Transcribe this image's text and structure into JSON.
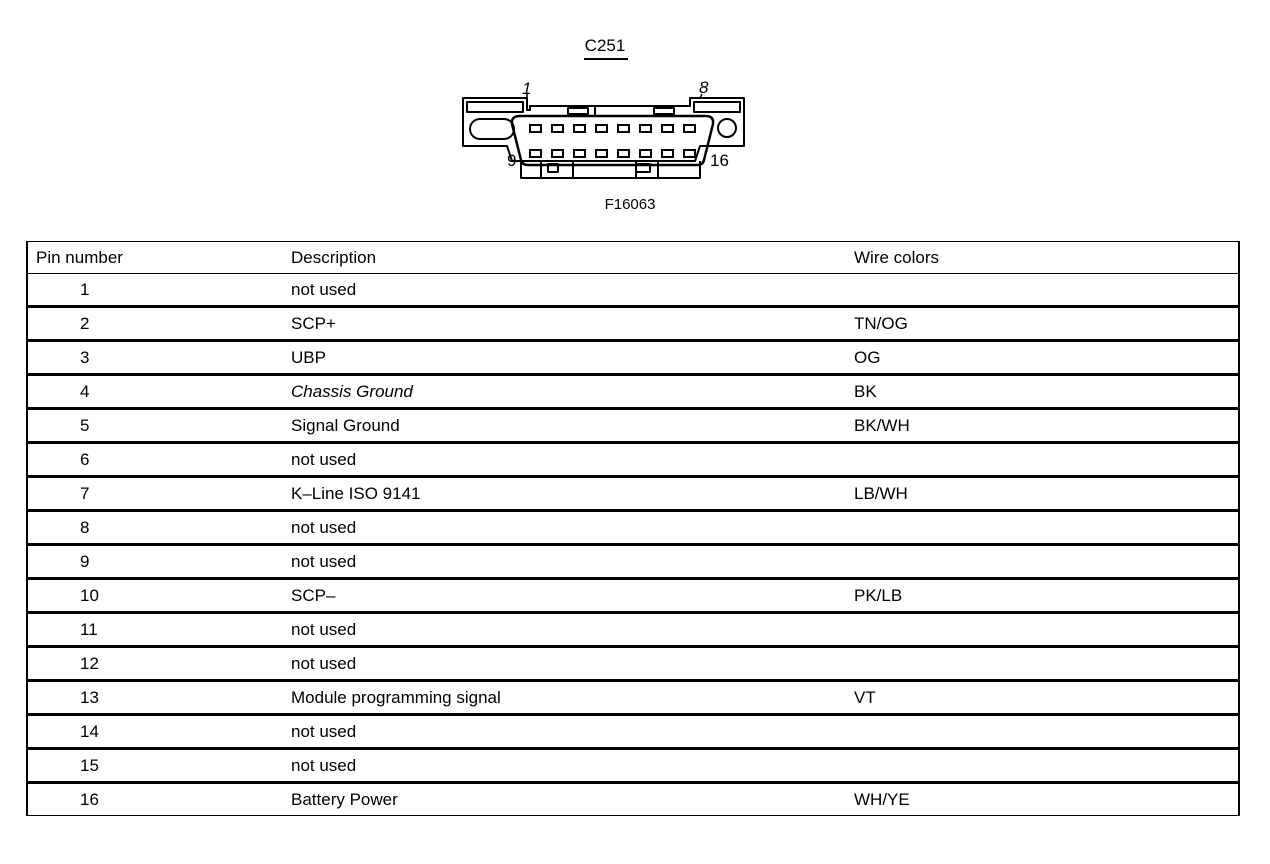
{
  "connector": {
    "title": "C251",
    "pin_label_first": "1",
    "pin_label_eighth": "8",
    "pin_label_ninth": "9",
    "pin_label_last": "16",
    "figure_id": "F16063"
  },
  "table": {
    "headers": {
      "pin": "Pin number",
      "description": "Description",
      "wire": "Wire colors"
    },
    "rows": [
      {
        "pin": "1",
        "description": "not used",
        "wire": ""
      },
      {
        "pin": "2",
        "description": "SCP+",
        "wire": "TN/OG"
      },
      {
        "pin": "3",
        "description": "UBP",
        "wire": "OG"
      },
      {
        "pin": "4",
        "description": "Chassis Ground",
        "wire": "BK"
      },
      {
        "pin": "5",
        "description": "Signal Ground",
        "wire": "BK/WH"
      },
      {
        "pin": "6",
        "description": "not used",
        "wire": ""
      },
      {
        "pin": "7",
        "description": "K–Line ISO 9141",
        "wire": "LB/WH"
      },
      {
        "pin": "8",
        "description": "not used",
        "wire": ""
      },
      {
        "pin": "9",
        "description": "not used",
        "wire": ""
      },
      {
        "pin": "10",
        "description": "SCP–",
        "wire": "PK/LB"
      },
      {
        "pin": "11",
        "description": "not used",
        "wire": ""
      },
      {
        "pin": "12",
        "description": "not used",
        "wire": ""
      },
      {
        "pin": "13",
        "description": "Module programming signal",
        "wire": "VT"
      },
      {
        "pin": "14",
        "description": "not used",
        "wire": ""
      },
      {
        "pin": "15",
        "description": "not used",
        "wire": ""
      },
      {
        "pin": "16",
        "description": "Battery Power",
        "wire": "WH/YE"
      }
    ]
  }
}
